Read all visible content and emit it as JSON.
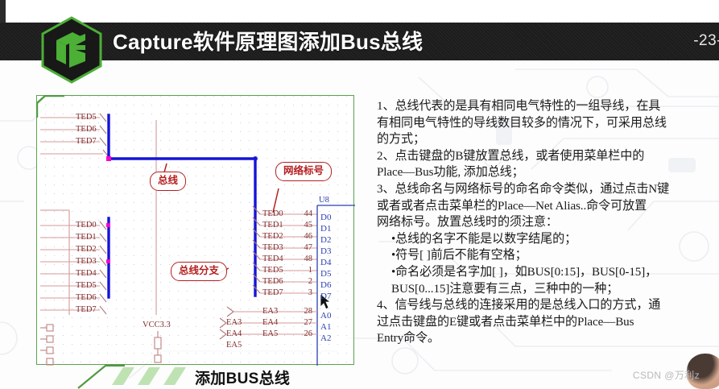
{
  "header": {
    "title": "Capture软件原理图添加Bus总线",
    "page_number": "-23-",
    "logo_name": "green-hex-cube-logo"
  },
  "body_text": {
    "lines": [
      "1、总线代表的是具有相同电气特性的一组导线，在具",
      "有相同电气特性的导线数目较多的情况下，可采用总线",
      "的方式；",
      "2、点击键盘的B键放置总线，或者使用菜单栏中的",
      "Place—Bus功能, 添加总线；",
      "3、总线命名与网络标号的命名命令类似，通过点击N键",
      "或者或者点击菜单栏的Place—Net Alias..命令可放置",
      "网络标号。放置总线时的须注意：",
      "•总线的名字不能是以数字结尾的；",
      "•符号[ ]前后不能有空格；",
      "•命名必须是名字加[ ]，如BUS[0:15]，BUS[0-15]，",
      "BUS[0...15]注意要有三点，三种中的一种；",
      "4、信号线与总线的连接采用的是总线入口的方式，通",
      "过点击键盘的E键或者点击菜单栏中的Place—Bus",
      "Entry命令。"
    ],
    "bullet_indices": [
      8,
      9,
      10,
      11
    ]
  },
  "schematic": {
    "top_left_labels": [
      "TED5",
      "TED6",
      "TED7"
    ],
    "bottom_left_labels": [
      "TED0",
      "TED1",
      "TED2",
      "TED3",
      "TED4",
      "TED5",
      "TED6",
      "TED7"
    ],
    "vcc_label": "VCC3.3",
    "component": {
      "refdes": "U8",
      "data_rows": [
        {
          "net": "TED0",
          "pin": "44",
          "name": "D0"
        },
        {
          "net": "TED1",
          "pin": "45",
          "name": "D1"
        },
        {
          "net": "TED2",
          "pin": "46",
          "name": "D2"
        },
        {
          "net": "TED3",
          "pin": "47",
          "name": "D3"
        },
        {
          "net": "TED4",
          "pin": "48",
          "name": "D4"
        },
        {
          "net": "TED5",
          "pin": "1",
          "name": "D5"
        },
        {
          "net": "TED6",
          "pin": "2",
          "name": "D6"
        },
        {
          "net": "TED7",
          "pin": "3",
          "name": "D7"
        }
      ],
      "addr_rows": [
        {
          "net": "EA3",
          "pin": "28",
          "name": "A0"
        },
        {
          "net": "EA4",
          "pin": "27",
          "name": "A1"
        },
        {
          "net": "EA5",
          "pin": "26",
          "name": "A2"
        }
      ],
      "addr_bus_labels": [
        "EA3",
        "EA4",
        "EA5"
      ]
    },
    "callouts": {
      "bus": "总线",
      "net_alias": "网络标号",
      "bus_branch": "总线分支"
    },
    "colors": {
      "bus_wire": "#1414d8",
      "junction": "#ff00c8",
      "net_label": "#7d2b2b",
      "pin_name": "#2a3fb0",
      "callout": "#b52020",
      "frame": "#5ca14f"
    }
  },
  "caption": {
    "text": "添加BUS总线"
  },
  "watermark": {
    "text": "CSDN @万利z"
  }
}
